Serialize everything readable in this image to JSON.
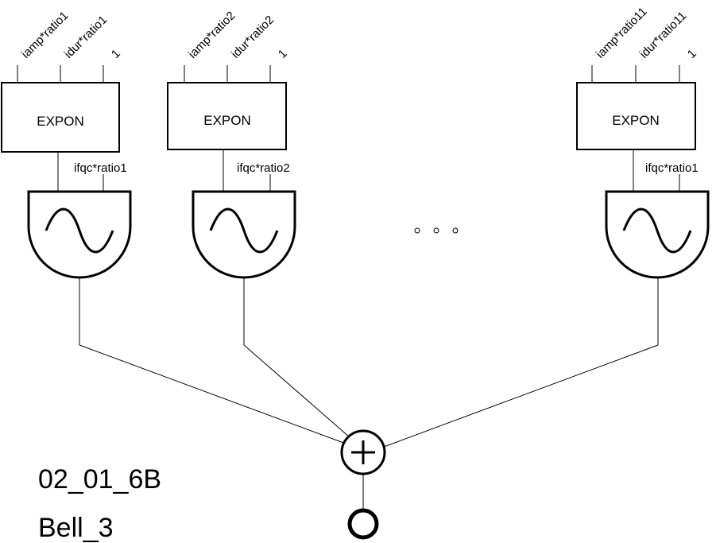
{
  "colors": {
    "stroke": "#000000",
    "background": "#ffffff"
  },
  "generators": [
    {
      "inputs": [
        "iamp*ratio1",
        "idur*ratio1",
        "1"
      ],
      "box_label": "EXPON",
      "freq_label": "ifqc*ratio1"
    },
    {
      "inputs": [
        "iamp*ratio2",
        "idur*ratio2",
        "1"
      ],
      "box_label": "EXPON",
      "freq_label": "ifqc*ratio2"
    },
    {
      "inputs": [
        "iamp*ratio11",
        "idur*ratio11",
        "1"
      ],
      "box_label": "EXPON",
      "freq_label": "ifqc*ratio1"
    }
  ],
  "ellipsis_icon": "three-dots",
  "adder_icon": "plus-circle",
  "output_icon": "output-circle",
  "oscillator_icon": "sine-wave",
  "caption": {
    "code": "02_01_6B",
    "name": "Bell_3"
  }
}
